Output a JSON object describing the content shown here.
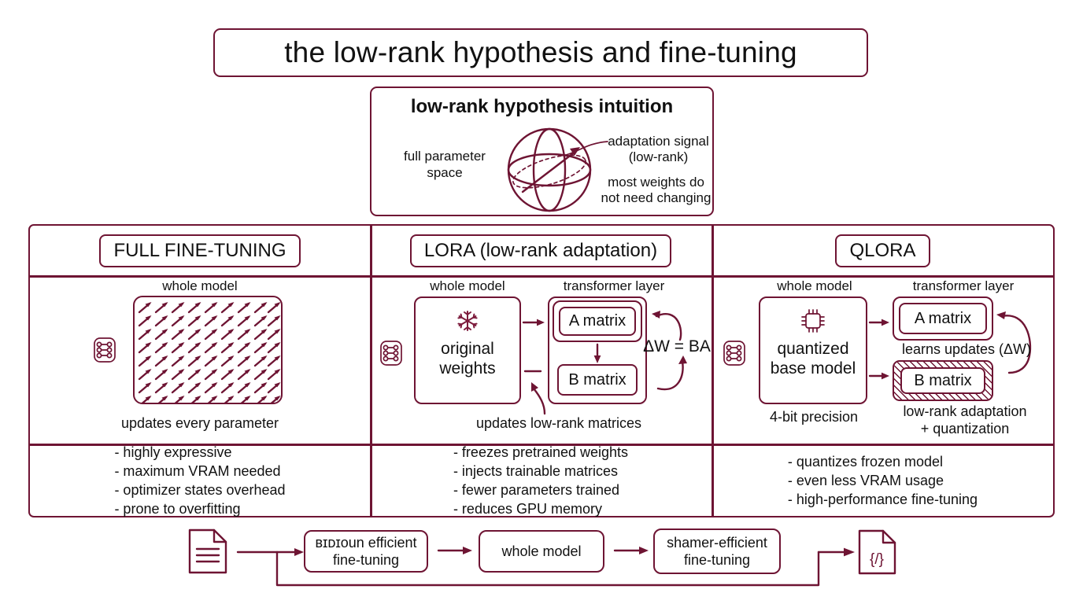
{
  "title": "the low-rank hypothesis and fine-tuning",
  "intuition": {
    "heading": "low-rank hypothesis intuition",
    "left_label": "full parameter\nspace",
    "adaptation_label": "adaptation signal\n(low-rank)",
    "most_weights_label": "most weights do\nnot need changing",
    "sphere_icon": "sphere-icon",
    "arrow_icon": "diagonal-arrow-icon"
  },
  "columns": [
    {
      "header": "FULL FINE-TUNING",
      "whole_model_caption": "whole model",
      "model_icon": "network-nodes-icon",
      "grid_icon": "arrow-grid-icon",
      "bottom_caption": "updates every parameter",
      "bullets": "- highly expressive\n- maximum VRAM needed\n- optimizer states overhead\n- prone to overfitting"
    },
    {
      "header": "LORA (low-rank adaptation)",
      "whole_model_caption": "whole model",
      "transformer_caption": "transformer layer",
      "model_icon": "network-nodes-icon",
      "frozen_icon": "snowflake-icon",
      "model_box_label": "original\nweights",
      "a_matrix": "A matrix",
      "b_matrix": "B matrix",
      "formula": "ΔW = BA",
      "bottom_caption": "updates low-rank matrices",
      "bullets": "- freezes pretrained weights\n- injects trainable matrices\n- fewer parameters trained\n- reduces GPU memory"
    },
    {
      "header": "QLORA",
      "whole_model_caption": "whole model",
      "transformer_caption": "transformer layer",
      "model_icon": "network-nodes-icon",
      "quant_icon": "chip-icon",
      "model_box_label": "quantized\nbase model",
      "a_matrix": "A matrix",
      "b_matrix": "B matrix",
      "learns_label": "learns updates (ΔW)",
      "bottom_caption_left": "4-bit precision",
      "bottom_caption_right": "low-rank adaptation\n+ quantization",
      "bullets": "- quantizes frozen model\n- even less VRAM usage\n- high-performance fine-tuning"
    }
  ],
  "flow": {
    "doc_icon": "document-icon",
    "step1": "ʙɪᴅɪoun efficient\nfine-tuning",
    "step2": "whole model",
    "step3": "shamer-efficient\nfine-tuning",
    "output_icon": "code-file-icon",
    "output_glyph": "{/}"
  },
  "colors": {
    "ink": "#6e1433",
    "background": "#ffffff",
    "text": "#111111"
  }
}
